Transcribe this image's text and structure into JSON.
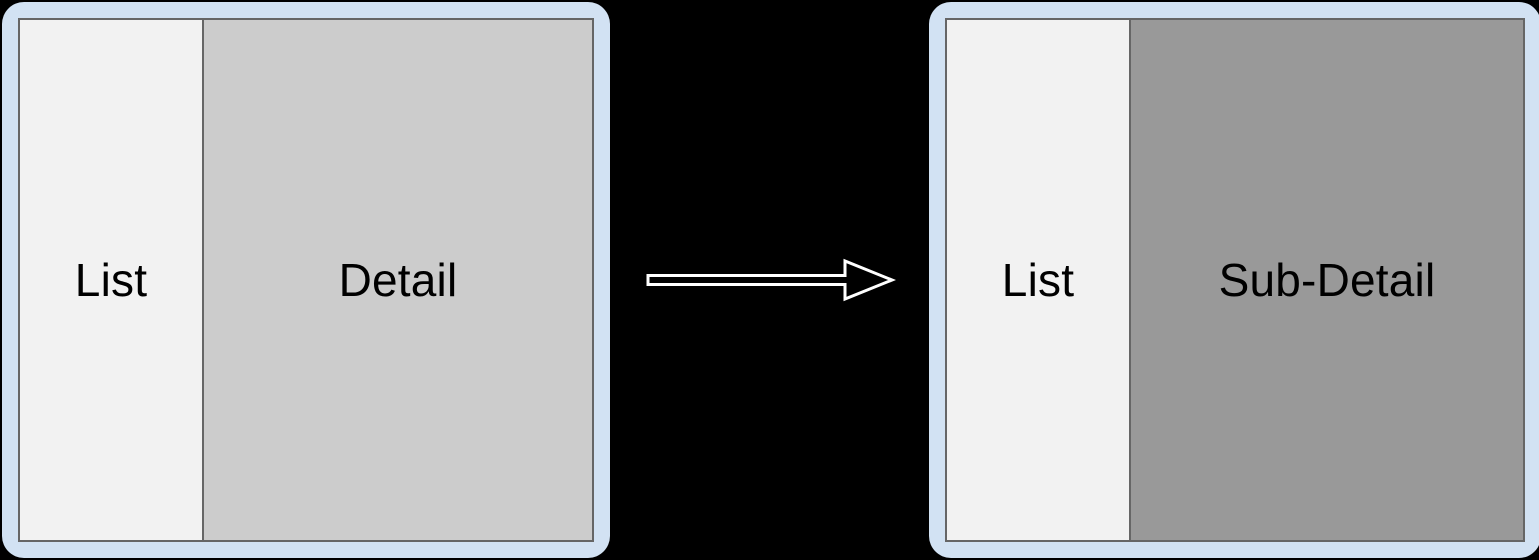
{
  "diagram": {
    "type": "navigation-flow",
    "background_color": "#000000",
    "accent_bezel_color": "#d2e2f3",
    "border_color": "#666666",
    "steps": [
      {
        "id": "before",
        "name": "master-detail-screen",
        "panes": [
          {
            "id": "list",
            "label": "List",
            "fill": "#f2f2f2"
          },
          {
            "id": "detail",
            "label": "Detail",
            "fill": "#cccccc"
          }
        ]
      },
      {
        "id": "after",
        "name": "master-sub-detail-screen",
        "panes": [
          {
            "id": "list",
            "label": "List",
            "fill": "#f2f2f2"
          },
          {
            "id": "detail",
            "label": "Sub-Detail",
            "fill": "#999999"
          }
        ]
      }
    ],
    "connector": {
      "name": "transition-arrow",
      "direction": "right",
      "style": "open-outline",
      "stroke_color": "#ffffff"
    }
  }
}
